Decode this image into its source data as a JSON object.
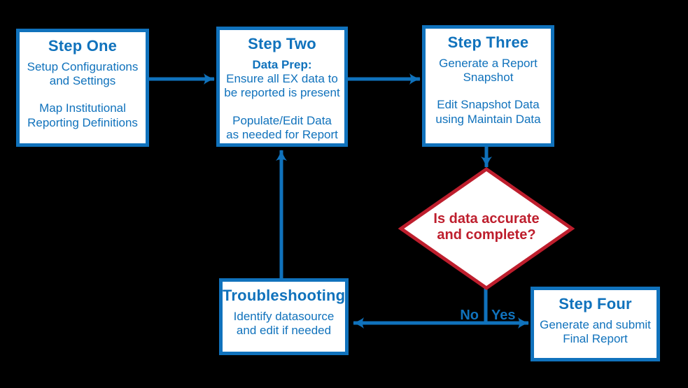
{
  "diagram": {
    "type": "flowchart",
    "background_color": "#000000",
    "colors": {
      "accent_blue": "#1072BC",
      "decision_red": "#BE1E2D",
      "node_fill": "#FFFFFF"
    },
    "boxes": {
      "step_one": {
        "title": "Step One",
        "para1": "Setup Configurations\nand Settings",
        "para2": "Map Institutional\nReporting Definitions"
      },
      "step_two": {
        "title": "Step Two",
        "para1_lead": "Data Prep:",
        "para1": "Ensure all EX data to\nbe reported is present",
        "para2": "Populate/Edit Data\nas needed for Report"
      },
      "step_three": {
        "title": "Step Three",
        "para1": "Generate a Report\nSnapshot",
        "para2": "Edit Snapshot Data\nusing Maintain Data"
      },
      "troubleshooting": {
        "title": "Troubleshooting",
        "para1": "Identify datasource\nand edit if needed"
      },
      "step_four": {
        "title": "Step Four",
        "para1": "Generate and submit\nFinal Report"
      }
    },
    "decision": {
      "question": "Is data accurate\nand complete?"
    },
    "branch_labels": {
      "no": "No",
      "yes": "Yes"
    },
    "edges": [
      "step_one -> step_two",
      "step_two -> step_three",
      "step_three -> decision",
      "decision -No-> troubleshooting",
      "decision -Yes-> step_four",
      "troubleshooting -> step_two"
    ]
  }
}
